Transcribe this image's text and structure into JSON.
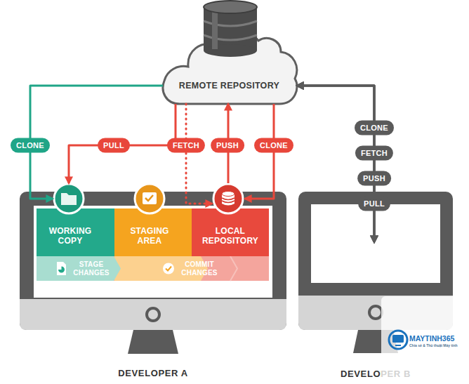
{
  "diagram": {
    "nodes": [
      {
        "text": [
          "REMOTE REPOSITORY"
        ]
      },
      {
        "text": [
          "DEVELOPER A"
        ]
      },
      {
        "text": [
          "WORKING COPY"
        ],
        "in": 1
      },
      {
        "text": [
          "STAGING AREA"
        ],
        "in": 1
      },
      {
        "text": [
          "LOCAL REPOSITORY"
        ],
        "in": 1
      },
      {
        "text": [
          "STAGE CHANGES"
        ],
        "in": 1
      },
      {
        "text": [
          "COMMIT CHANGES"
        ],
        "in": 1
      },
      {
        "text": [
          "DEVELOPER B"
        ]
      }
    ],
    "edges": [
      {
        "from": 0,
        "to": 2,
        "arrow": "to",
        "label": "CLONE"
      },
      {
        "from": 0,
        "to": 2,
        "arrow": "to",
        "label": "PULL"
      },
      {
        "from": 0,
        "to": 4,
        "arrow": "to",
        "label": "FETCH"
      },
      {
        "from": 4,
        "to": 0,
        "arrow": "to",
        "label": "PUSH"
      },
      {
        "from": 0,
        "to": 4,
        "arrow": "to",
        "label": "CLONE"
      },
      {
        "from": 0,
        "to": 7,
        "arrow": "both",
        "label": "CLONE"
      },
      {
        "from": 0,
        "to": 7,
        "arrow": "both",
        "label": "FETCH"
      },
      {
        "from": 0,
        "to": 7,
        "arrow": "both",
        "label": "PUSH"
      },
      {
        "from": 0,
        "to": 7,
        "arrow": "both",
        "label": "PULL"
      }
    ],
    "labels": [
      "MAYTINH365",
      "Chia sẻ & Thủ thuật Máy tính"
    ]
  }
}
